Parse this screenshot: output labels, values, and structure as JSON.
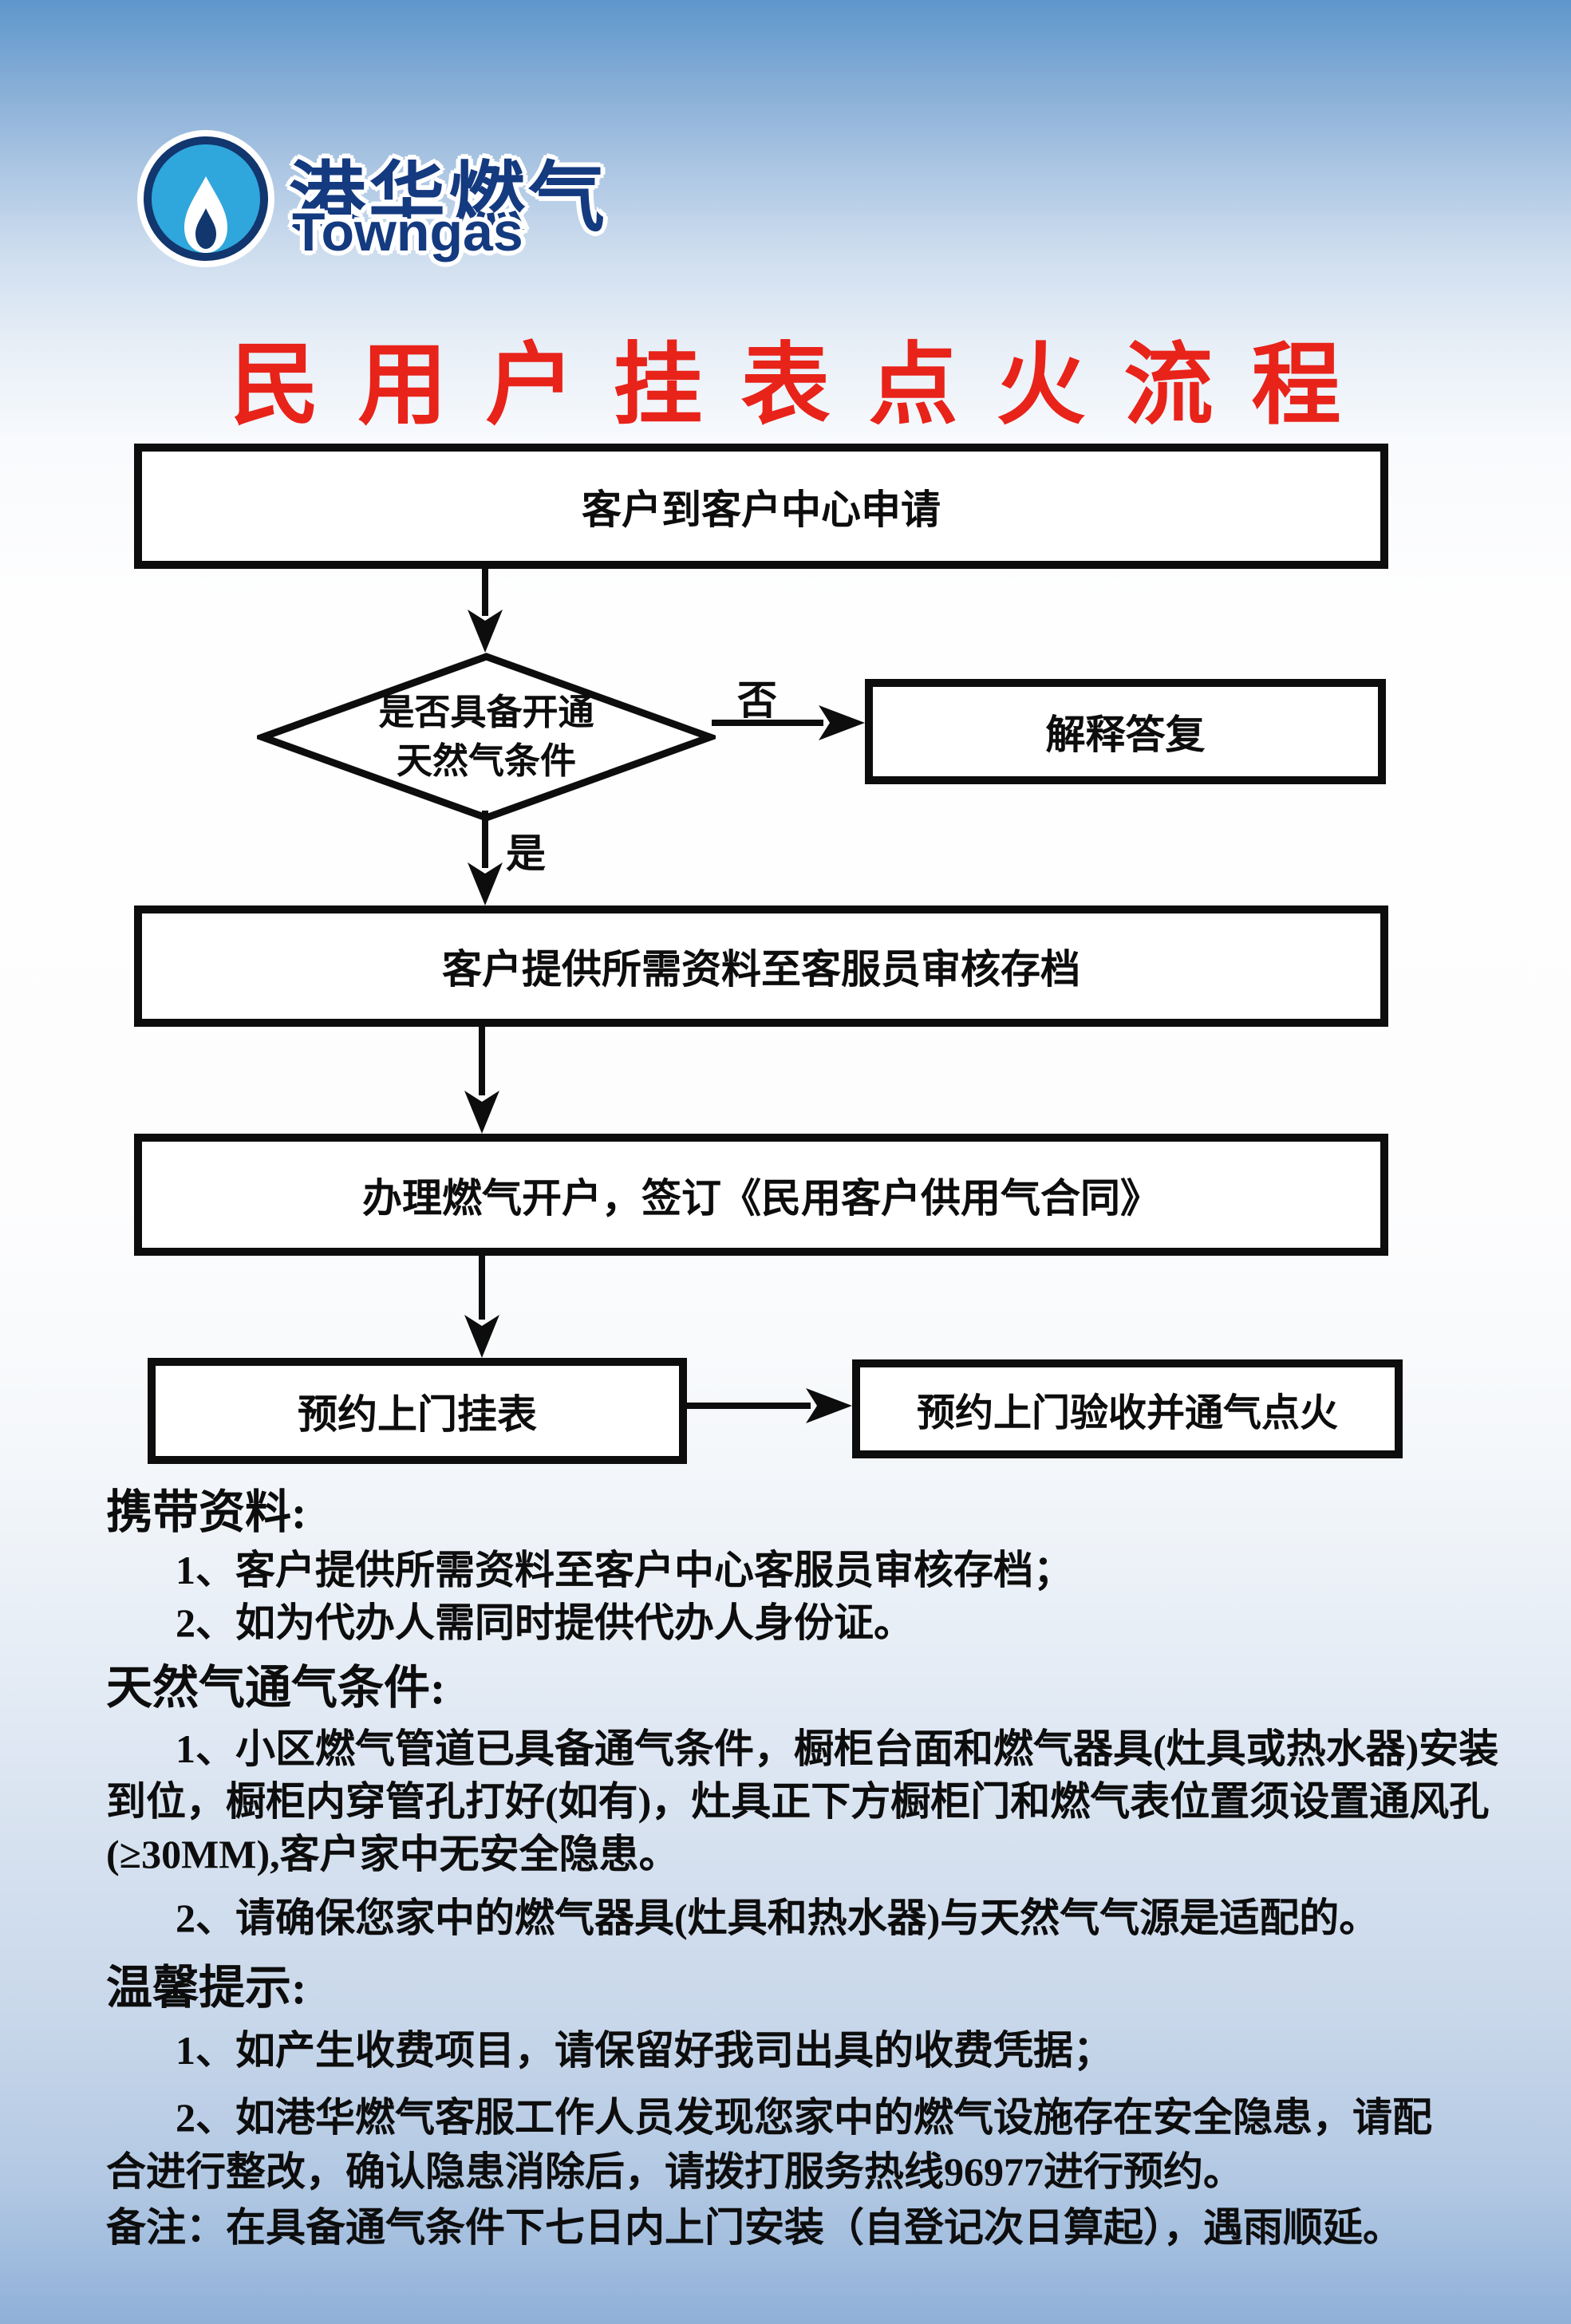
{
  "logo": {
    "name_cn": "港华燃气",
    "name_en": "Towngas"
  },
  "title": "民用户挂表点火流程",
  "flow": {
    "apply": "客户到客户中心申请",
    "decision_line1": "是否具备开通",
    "decision_line2": "天然气条件",
    "label_no": "否",
    "label_yes": "是",
    "explain": "解释答复",
    "materials": "客户提供所需资料至客服员审核存档",
    "contract": "办理燃气开户，签订《民用客户供用气合同》",
    "meter": "预约上门挂表",
    "ignite": "预约上门验收并通气点火"
  },
  "sections": {
    "carry": {
      "heading": "携带资料:",
      "item1": "1、客户提供所需资料至客户中心客服员审核存档；",
      "item2": "2、如为代办人需同时提供代办人身份证。"
    },
    "conditions": {
      "heading": "天然气通气条件:",
      "item1_line1": "1、小区燃气管道已具备通气条件，橱柜台面和燃气器具(灶具或热水器)安装",
      "item1_line2": "到位，橱柜内穿管孔打好(如有)，灶具正下方橱柜门和燃气表位置须设置通风孔",
      "item1_line3": "(≥30MM),客户家中无安全隐患。",
      "item2": "2、请确保您家中的燃气器具(灶具和热水器)与天然气气源是适配的。"
    },
    "tips": {
      "heading": "温馨提示:",
      "item1": "1、如产生收费项目，请保留好我司出具的收费凭据；",
      "item2_line1": "2、如港华燃气客服工作人员发现您家中的燃气设施存在安全隐患，请配",
      "item2_line2": "合进行整改，确认隐患消除后，请拨打服务热线96977进行预约。",
      "note": "备注：在具备通气条件下七日内上门安装（自登记次日算起），遇雨顺延。"
    }
  },
  "colors": {
    "title_red": "#e8231a",
    "logo_light_blue": "#2fa7dc",
    "logo_navy": "#12366e",
    "logo_text_blue": "#143a80",
    "ink": "#0d0d0d",
    "box_bg": "#ffffff"
  }
}
